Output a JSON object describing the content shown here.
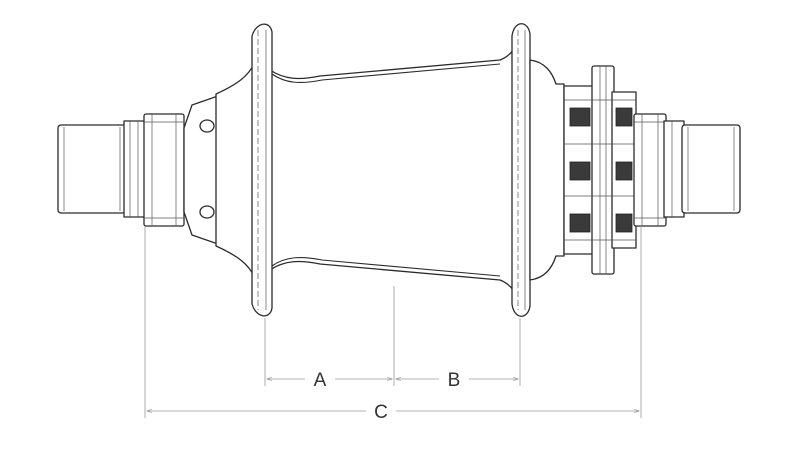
{
  "dimensions": {
    "a": {
      "label": "A"
    },
    "b": {
      "label": "B"
    },
    "c": {
      "label": "C"
    }
  },
  "colors": {
    "outline": "#2b2b2b",
    "dimension": "#9a9a9a",
    "label": "#333333",
    "background": "#ffffff"
  }
}
